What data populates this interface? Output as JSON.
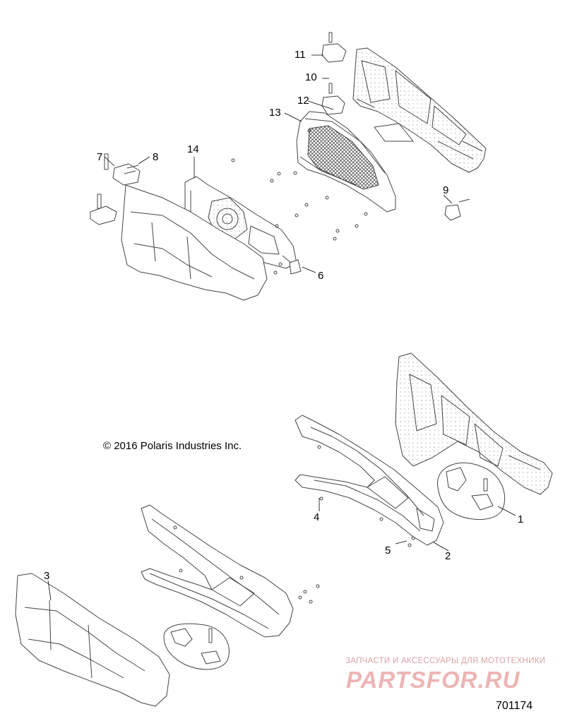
{
  "diagram": {
    "copyright": "© 2016 Polaris Industries Inc.",
    "figure_number": "701174",
    "callouts": {
      "c1": "1",
      "c2": "2",
      "c3": "3",
      "c4": "4",
      "c5": "5",
      "c6": "6",
      "c7": "7",
      "c8": "8",
      "c9": "9",
      "c10": "10",
      "c11": "11",
      "c12": "12",
      "c13": "13",
      "c14": "14"
    }
  },
  "watermark": {
    "caption": "ЗАПЧАСТИ И АКСЕССУАРЫ ДЛЯ МОТОТЕХНИКИ",
    "logo": "PARTSFOR.RU",
    "color": "#d9a3a3"
  },
  "colors": {
    "line": "#444444",
    "mesh": "#555555"
  }
}
